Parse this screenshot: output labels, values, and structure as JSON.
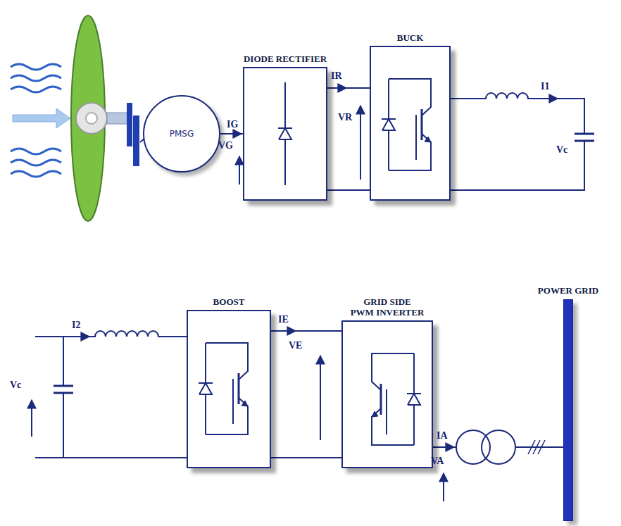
{
  "diagram": {
    "nodes": [
      {
        "text": [
          "PMSG"
        ]
      },
      {
        "text": [
          "DIODE RECTIFIER"
        ]
      },
      {
        "text": [
          "BUCK"
        ]
      },
      {
        "text": [
          "BOOST"
        ]
      },
      {
        "text": [
          "GRID SIDE PWM INVERTER"
        ]
      },
      {
        "text": [
          "POWER GRID"
        ]
      }
    ],
    "edges": [
      {
        "from": 0,
        "to": 1,
        "arrow": "none"
      },
      {
        "from": 1,
        "to": 2,
        "arrow": "none"
      },
      {
        "from": 3,
        "to": 4,
        "arrow": "none"
      },
      {
        "from": 4,
        "to": 5,
        "arrow": "none"
      }
    ],
    "labels": [
      "IG",
      "VG",
      "IR",
      "VR",
      "I1",
      "Vc",
      "Vc",
      "I2",
      "IE",
      "VE",
      "IA",
      "VA"
    ]
  }
}
